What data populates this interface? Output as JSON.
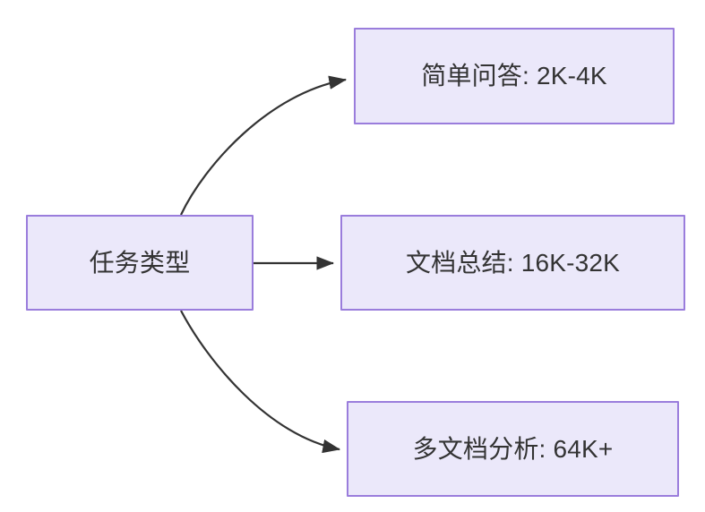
{
  "diagram": {
    "type": "flowchart",
    "direction": "left-to-right",
    "background_color": "#ffffff",
    "node_fill_color": "#ebe8fa",
    "node_border_color": "#9a7ddc",
    "node_text_color": "#333333",
    "edge_color": "#333333",
    "nodes": [
      {
        "id": "source",
        "label": "任务类型",
        "role": "root"
      },
      {
        "id": "simple-qa",
        "label": "简单问答: 2K-4K",
        "role": "leaf"
      },
      {
        "id": "doc-summary",
        "label": "文档总结: 16K-32K",
        "role": "leaf"
      },
      {
        "id": "multi-doc",
        "label": "多文档分析: 64K+",
        "role": "leaf"
      }
    ],
    "edges": [
      {
        "from": "source",
        "to": "simple-qa",
        "label": "",
        "style": "curved-arrow"
      },
      {
        "from": "source",
        "to": "doc-summary",
        "label": "",
        "style": "straight-arrow"
      },
      {
        "from": "source",
        "to": "multi-doc",
        "label": "",
        "style": "curved-arrow"
      }
    ]
  }
}
